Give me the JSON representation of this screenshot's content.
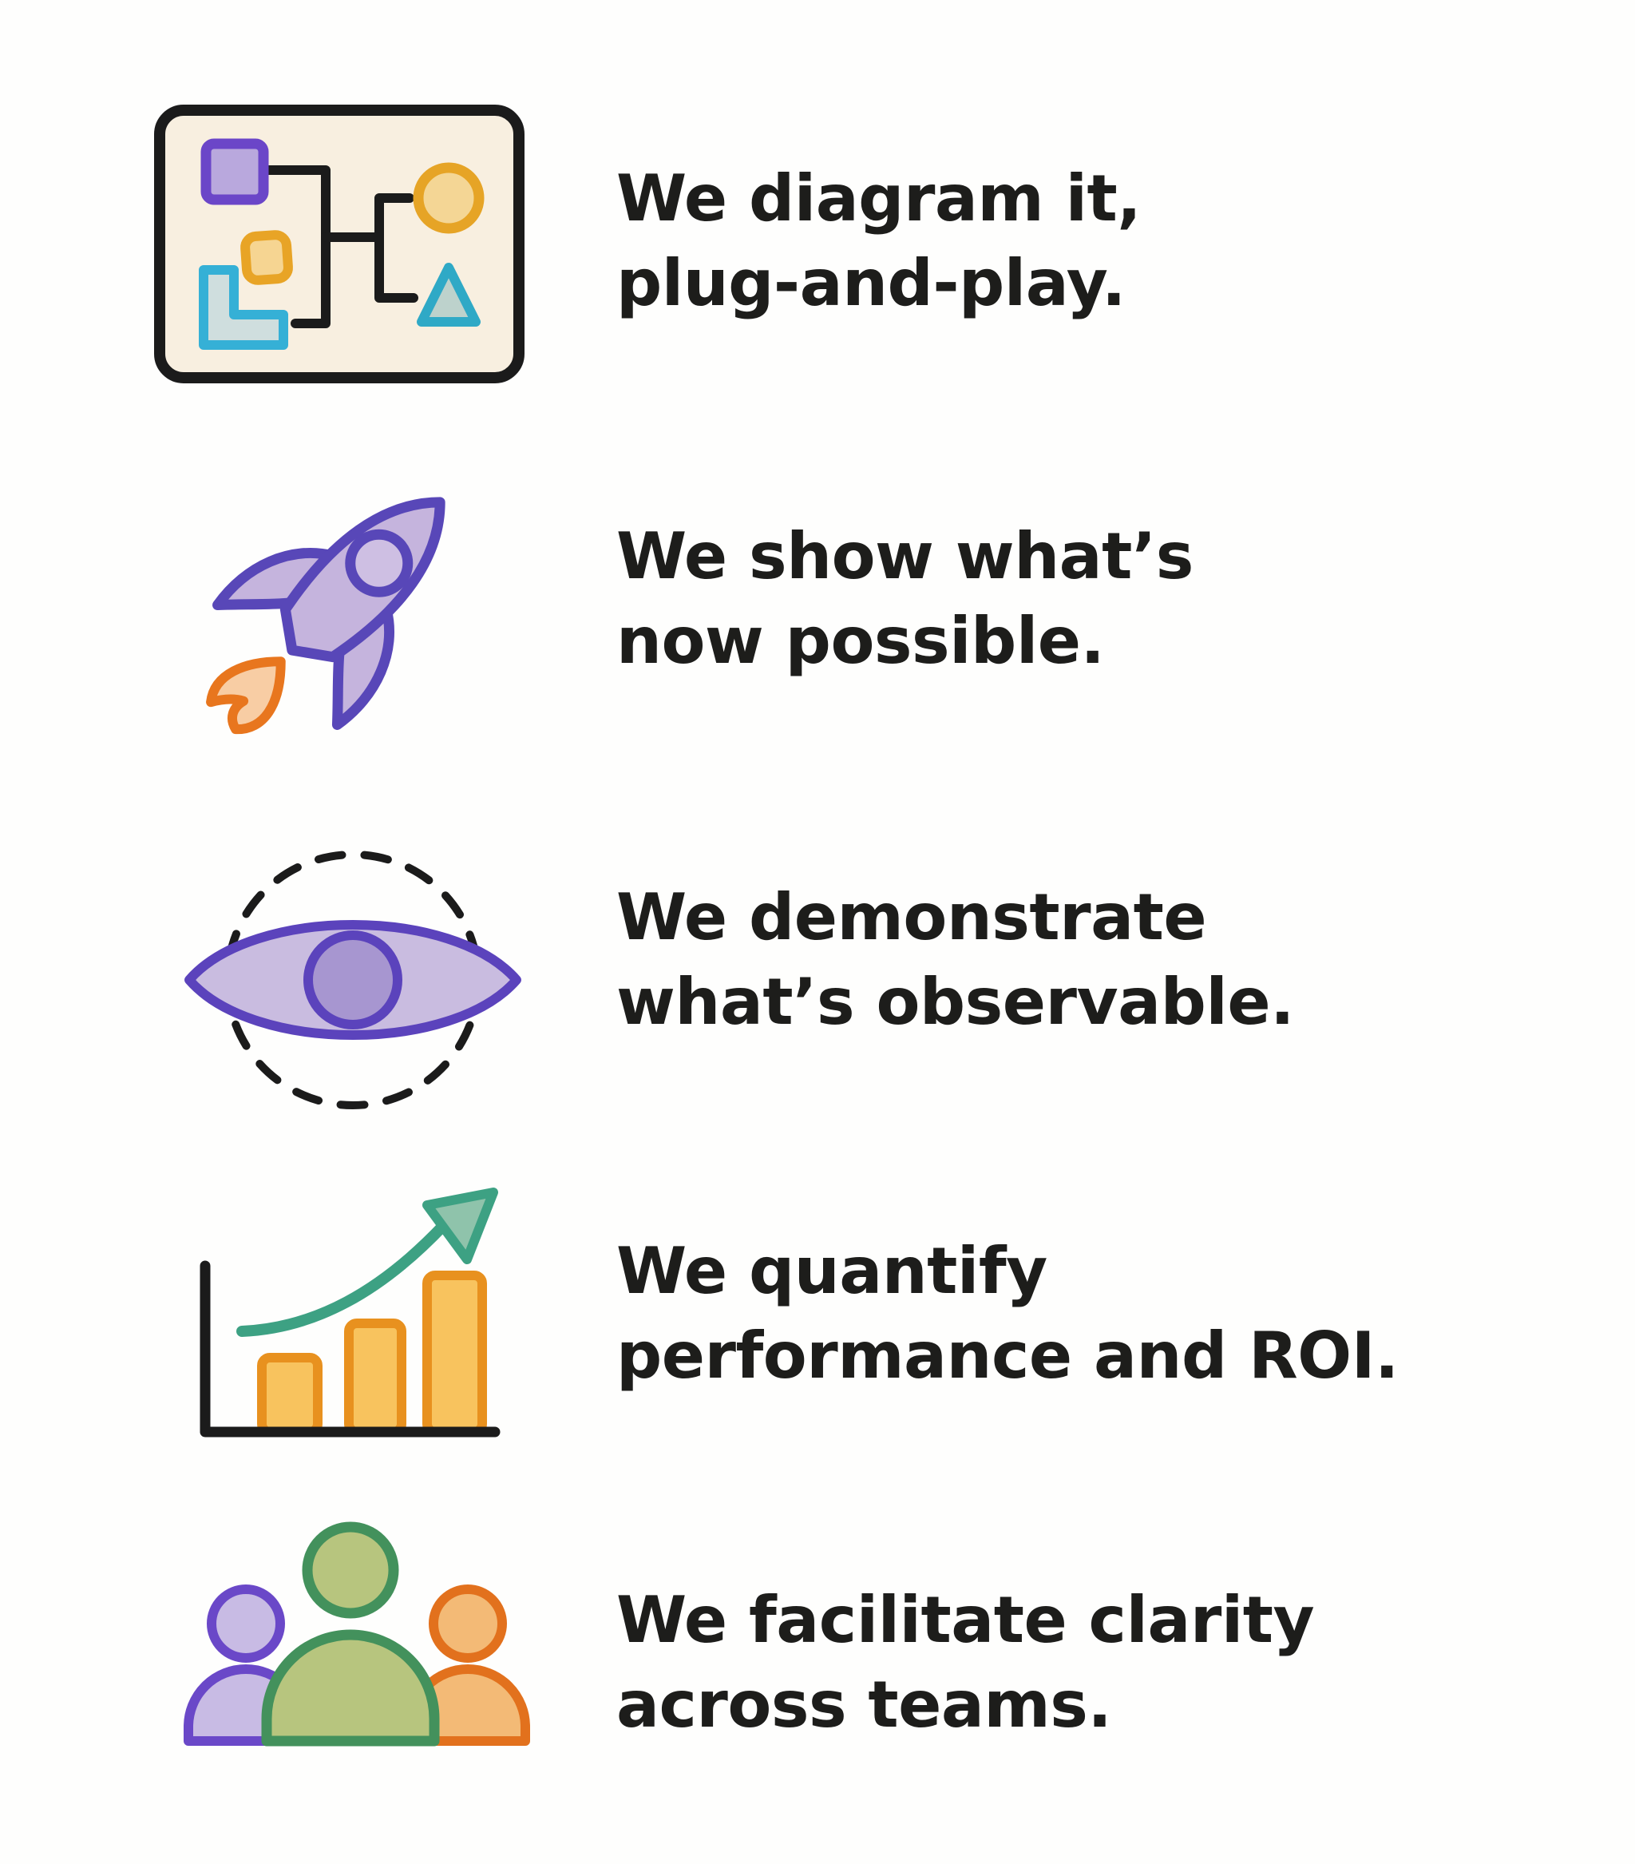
{
  "page": {
    "background": "#fefefd",
    "text_color": "#1d1d1b"
  },
  "colors": {
    "outline_black": "#1b1b1b",
    "card_background": "#f8efe0",
    "purple_stroke": "#5b43bc",
    "purple_fill": "#c5b4dd",
    "purple_square_stroke": "#6b46c8",
    "purple_square_fill": "#b9a8dd",
    "yellow_stroke": "#e6a426",
    "yellow_fill": "#f4d695",
    "teal_stroke": "#2fa9c6",
    "teal_fill": "#bdd2cc",
    "cyan_stroke": "#35b0d6",
    "cyan_fill": "#cfdede",
    "bar_stroke": "#e8911f",
    "bar_fill": "#f8c35e",
    "flame_stroke": "#e8761e",
    "flame_fill": "#f8cda4",
    "arrow_green_stroke": "#3da183",
    "arrow_green_fill": "#8fc3ab",
    "person_purple_stroke": "#6a48c8",
    "person_purple_fill": "#c8bbe4",
    "person_green_stroke": "#43915c",
    "person_green_fill": "#b7c57e",
    "person_orange_stroke": "#e2711d",
    "person_orange_fill": "#f3ba76",
    "eye_fill": "#c9bce0",
    "pupil_fill": "#a796d0"
  },
  "rows": [
    {
      "icon": "flowchart-icon",
      "lines": [
        "We diagram it,",
        "plug-and-play."
      ]
    },
    {
      "icon": "rocket-icon",
      "lines": [
        "We show what’s",
        "now possible."
      ]
    },
    {
      "icon": "eye-icon",
      "lines": [
        "We demonstrate",
        "what’s observable."
      ]
    },
    {
      "icon": "growth-chart-icon",
      "lines": [
        "We quantify",
        "performance and ROI."
      ]
    },
    {
      "icon": "team-icon",
      "lines": [
        "We facilitate clarity",
        "across teams."
      ]
    }
  ]
}
